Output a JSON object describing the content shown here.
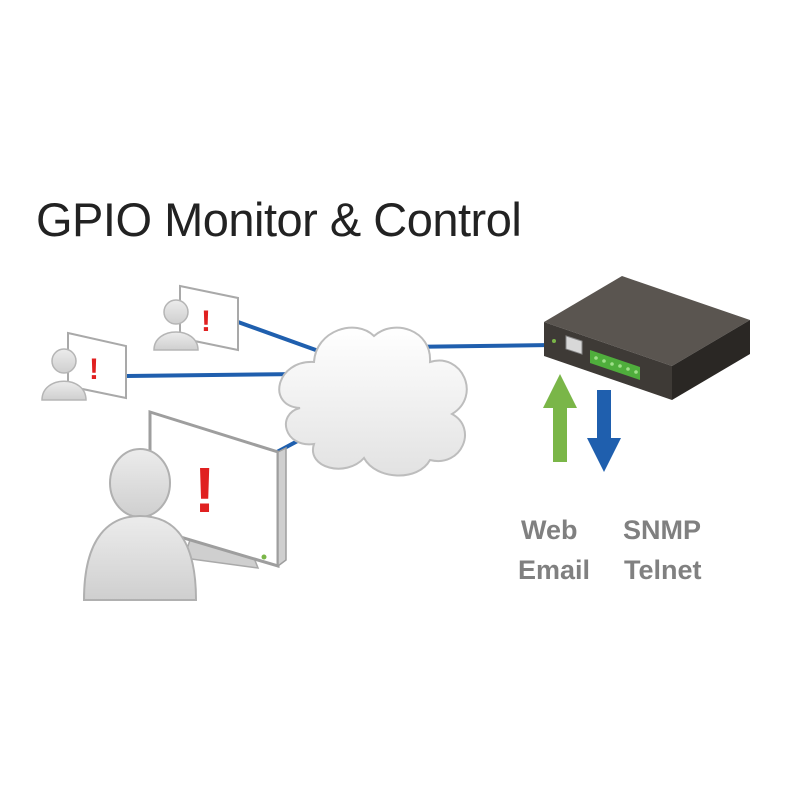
{
  "title": "GPIO Monitor & Control",
  "alert_symbol": "!",
  "protocols": {
    "web": "Web",
    "email": "Email",
    "snmp": "SNMP",
    "telnet": "Telnet"
  },
  "colors": {
    "link": "#1f5fae",
    "up_arrow": "#7ab648",
    "down_arrow": "#1f5fae",
    "alert": "#e02020",
    "person": "#dcdcdc",
    "device": "#3e3a36"
  },
  "icons": [
    "user-workstation-icon",
    "cloud-icon",
    "gpio-device-icon",
    "up-arrow-icon",
    "down-arrow-icon"
  ]
}
